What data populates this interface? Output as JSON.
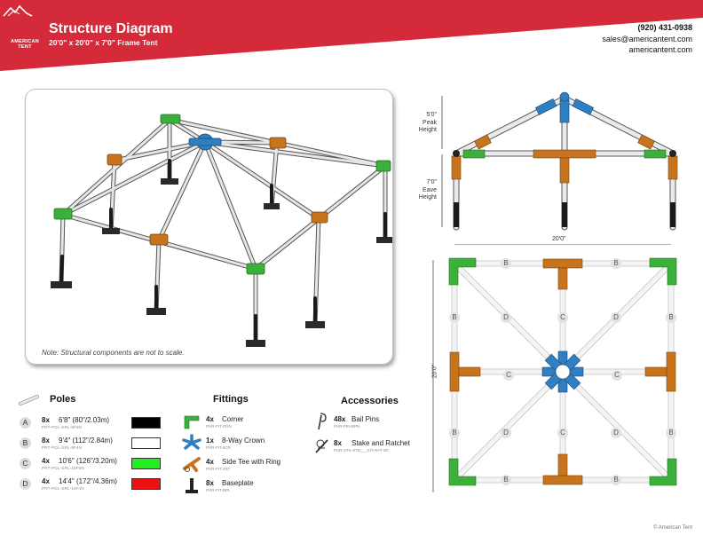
{
  "header": {
    "logo_text_1": "AMERICAN",
    "logo_text_2": "TENT",
    "title": "Structure Diagram",
    "subtitle": "20'0\" x 20'0\" x 7'0\" Frame Tent",
    "phone": "(920) 431-0938",
    "email": "sales@americantent.com",
    "website": "americantent.com",
    "brand_color": "#d42a3a"
  },
  "iso": {
    "note": "Note: Structural components are not to scale."
  },
  "elevation": {
    "peak_label_1": "5'0\"",
    "peak_label_2": "Peak",
    "peak_label_3": "Height",
    "eave_label_1": "7'0\"",
    "eave_label_2": "Eave",
    "eave_label_3": "Height",
    "width_label": "20'0\""
  },
  "plan": {
    "dim_label": "20'0\"",
    "labels": [
      "B",
      "C",
      "D"
    ]
  },
  "poles": {
    "title": "Poles",
    "items": [
      {
        "letter": "A",
        "qty": "8x",
        "length": "6'8\" (80\"/2.03m)",
        "sku": "PRT-POL-SRL-6F8N",
        "color": "#000000"
      },
      {
        "letter": "B",
        "qty": "8x",
        "length": "9'4\" (112\"/2.84m)",
        "sku": "PRT-POL-SRL-9F4N",
        "color": "#ffffff"
      },
      {
        "letter": "C",
        "qty": "4x",
        "length": "10'6\" (126\"/3.20m)",
        "sku": "PRT-POL-SRL-10F6N",
        "color": "#22ee22"
      },
      {
        "letter": "D",
        "qty": "4x",
        "length": "14'4\" (172\"/4.36m)",
        "sku": "PRT-POL-SRL-14F4N",
        "color": "#ee1111"
      }
    ]
  },
  "fittings": {
    "title": "Fittings",
    "items": [
      {
        "qty": "4x",
        "name": "Corner",
        "sku": "PUR-FIT-CRN",
        "icon": "corner-fitting-icon",
        "color": "#3bb03b"
      },
      {
        "qty": "1x",
        "name": "8-Way Crown",
        "sku": "PUR-FIT-8CR",
        "icon": "crown-fitting-icon",
        "color": "#2f7fc1"
      },
      {
        "qty": "4x",
        "name": "Side Tee with Ring",
        "sku": "PUR-FIT-4ST",
        "icon": "side-tee-fitting-icon",
        "color": "#c8741c"
      },
      {
        "qty": "8x",
        "name": "Baseplate",
        "sku": "PUR-FIT-BPL",
        "icon": "baseplate-icon",
        "color": "#222222"
      }
    ]
  },
  "accessories": {
    "title": "Accessories",
    "items": [
      {
        "qty": "48x",
        "name": "Bail Pins",
        "sku": "PUR-PIN-BPN",
        "icon": "bail-pin-icon"
      },
      {
        "qty": "8x",
        "name": "Stake and Ratchet",
        "sku": "PUR-STK-STD___KIT-RAT-2R",
        "icon": "stake-ratchet-icon"
      }
    ]
  },
  "footer": {
    "copyright": "© American Tent"
  }
}
